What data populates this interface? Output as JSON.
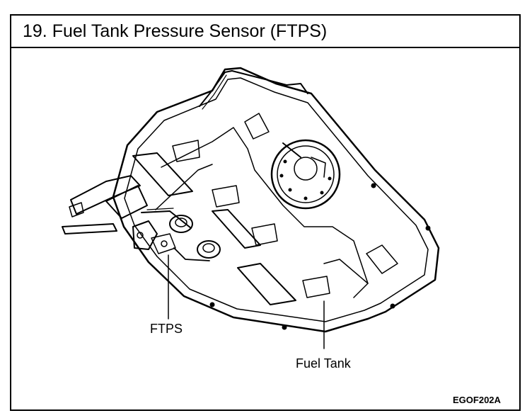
{
  "title": "19.  Fuel Tank Pressure Sensor (FTPS)",
  "labels": {
    "ftps": "FTPS",
    "fuel_tank": "Fuel Tank"
  },
  "figure_code": "EGOF202A"
}
